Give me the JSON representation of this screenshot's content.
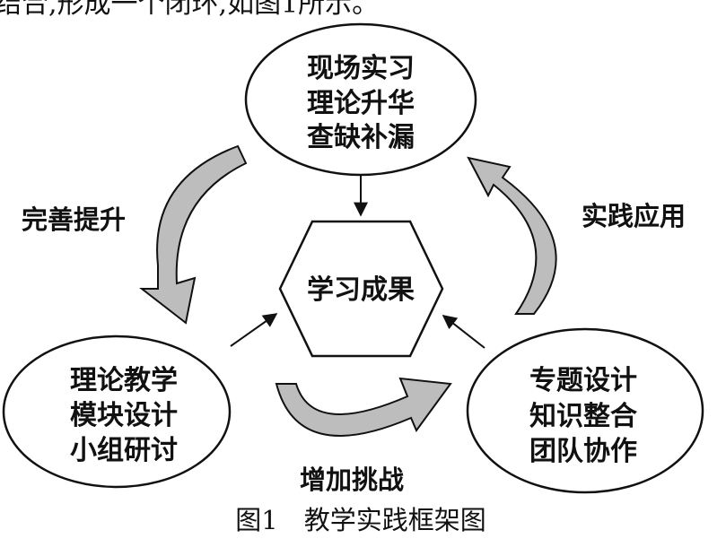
{
  "top_fragment": "结合,形成一个闭环,如图1所示。",
  "nodes": {
    "top": [
      "现场实习",
      "理论升华",
      "查缺补漏"
    ],
    "left": [
      "理论教学",
      "模块设计",
      "小组研讨"
    ],
    "right": [
      "专题设计",
      "知识整合",
      "团队协作"
    ],
    "center": "学习成果"
  },
  "edges": {
    "top_to_left": "完善提升",
    "right_to_top": "实践应用",
    "left_to_right": "增加挑战"
  },
  "caption": "图1　教学实践框架图",
  "colors": {
    "stroke": "#111111",
    "arrow_fill": "#bdbdbd",
    "background": "#ffffff"
  }
}
